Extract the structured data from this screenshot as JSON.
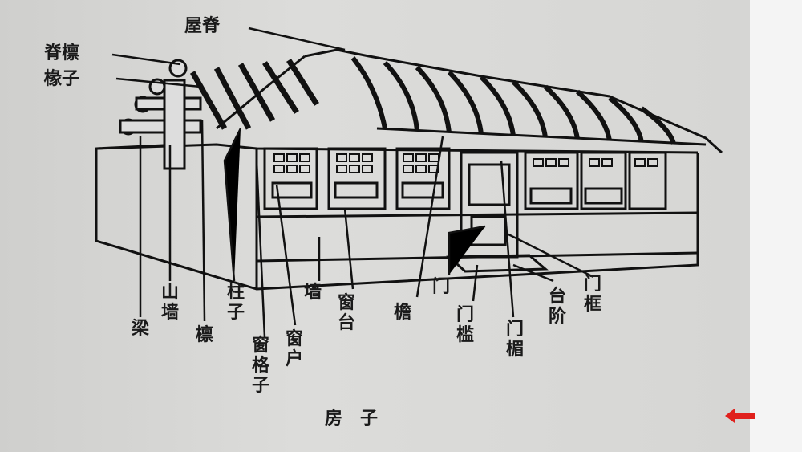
{
  "diagram": {
    "caption": "房子",
    "labels": {
      "ridge": "屋脊",
      "ridge_purlin": "脊檩",
      "rafter": "椽子",
      "beam": "梁",
      "gable_wall": "山墙",
      "purlin": "檩",
      "pillar": "柱子",
      "window_lattice": "窗格子",
      "window": "窗户",
      "wall": "墙",
      "windowsill": "窗台",
      "eave": "檐",
      "door": "门",
      "threshold": "门槛",
      "lintel": "门楣",
      "steps": "台阶",
      "door_frame": "门框"
    }
  },
  "nav": {
    "back_icon": "red-left-arrow",
    "color": "#e0201c"
  }
}
